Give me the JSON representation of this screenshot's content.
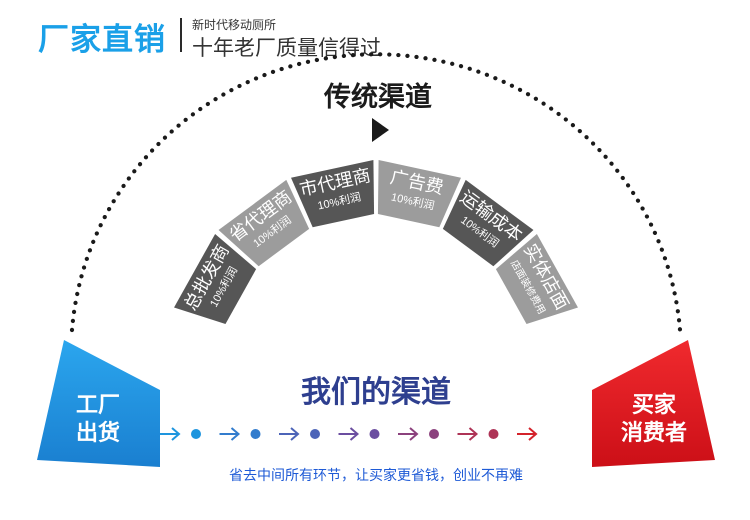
{
  "brand": {
    "title": "厂家直销",
    "subtitle_small": "新时代移动厕所",
    "subtitle_large": "十年老厂质量信得过"
  },
  "traditional": {
    "title": "传统渠道",
    "segments": [
      {
        "label": "总批发商",
        "sub": "10%利润"
      },
      {
        "label": "省代理商",
        "sub": "10%利润"
      },
      {
        "label": "市代理商",
        "sub": "10%利润"
      },
      {
        "label": "广告费",
        "sub": "10%利润"
      },
      {
        "label": "运输成本",
        "sub": "10%利润"
      },
      {
        "label": "实体店面",
        "sub": "店面装修费用"
      }
    ]
  },
  "source": {
    "line1": "工厂",
    "line2": "出货"
  },
  "destination": {
    "line1": "买家",
    "line2": "消费者"
  },
  "our_channel": {
    "title": "我们的渠道",
    "caption": "省去中间所有环节，让买家更省钱，创业不再难"
  },
  "colors": {
    "brand_blue": "#1aa0e8",
    "source_blue": "#1e8fdc",
    "destination_red": "#e3121c",
    "segment_dark": "#565656",
    "segment_light": "#9c9c9c",
    "channel_title": "#2e3f8f",
    "arrow_gradient": [
      "#1e95de",
      "#3c6fc4",
      "#6b4ea0",
      "#9b3b6c",
      "#d4232b"
    ]
  }
}
